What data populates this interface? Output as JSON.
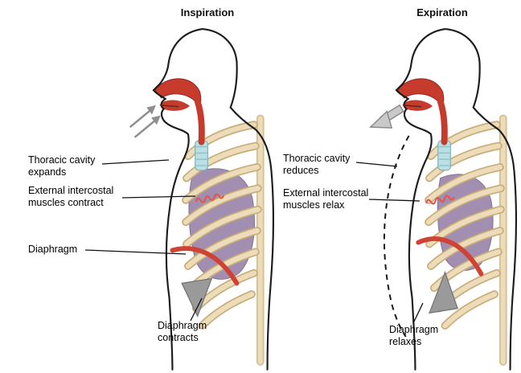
{
  "panels": [
    {
      "title": "Inspiration",
      "labels": {
        "thoracic": "Thoracic cavity\nexpands",
        "intercostal": "External intercostal\nmuscles  contract",
        "diaphragm": "Diaphragm",
        "diaphragm_action": "Diaphragm\ncontracts"
      }
    },
    {
      "title": "Expiration",
      "labels": {
        "thoracic": "Thoracic cavity\nreduces",
        "intercostal": "External intercostal\nmuscles relax",
        "diaphragm_action": "Diaphragm\nrelaxes"
      }
    }
  ],
  "colors": {
    "outline": "#1c1c1c",
    "airway_red": "#c73b2c",
    "trachea_blue": "#bcdfe3",
    "rib_beige": "#ecdcba",
    "rib_edge": "#c9ad79",
    "lung_purple": "#9d88ac",
    "diaphragm_red": "#cf4334",
    "arrow_gray": "#9a9a9a",
    "muscle_mark_red": "#e0574d",
    "label_line": "#111111",
    "background": "#ffffff"
  }
}
